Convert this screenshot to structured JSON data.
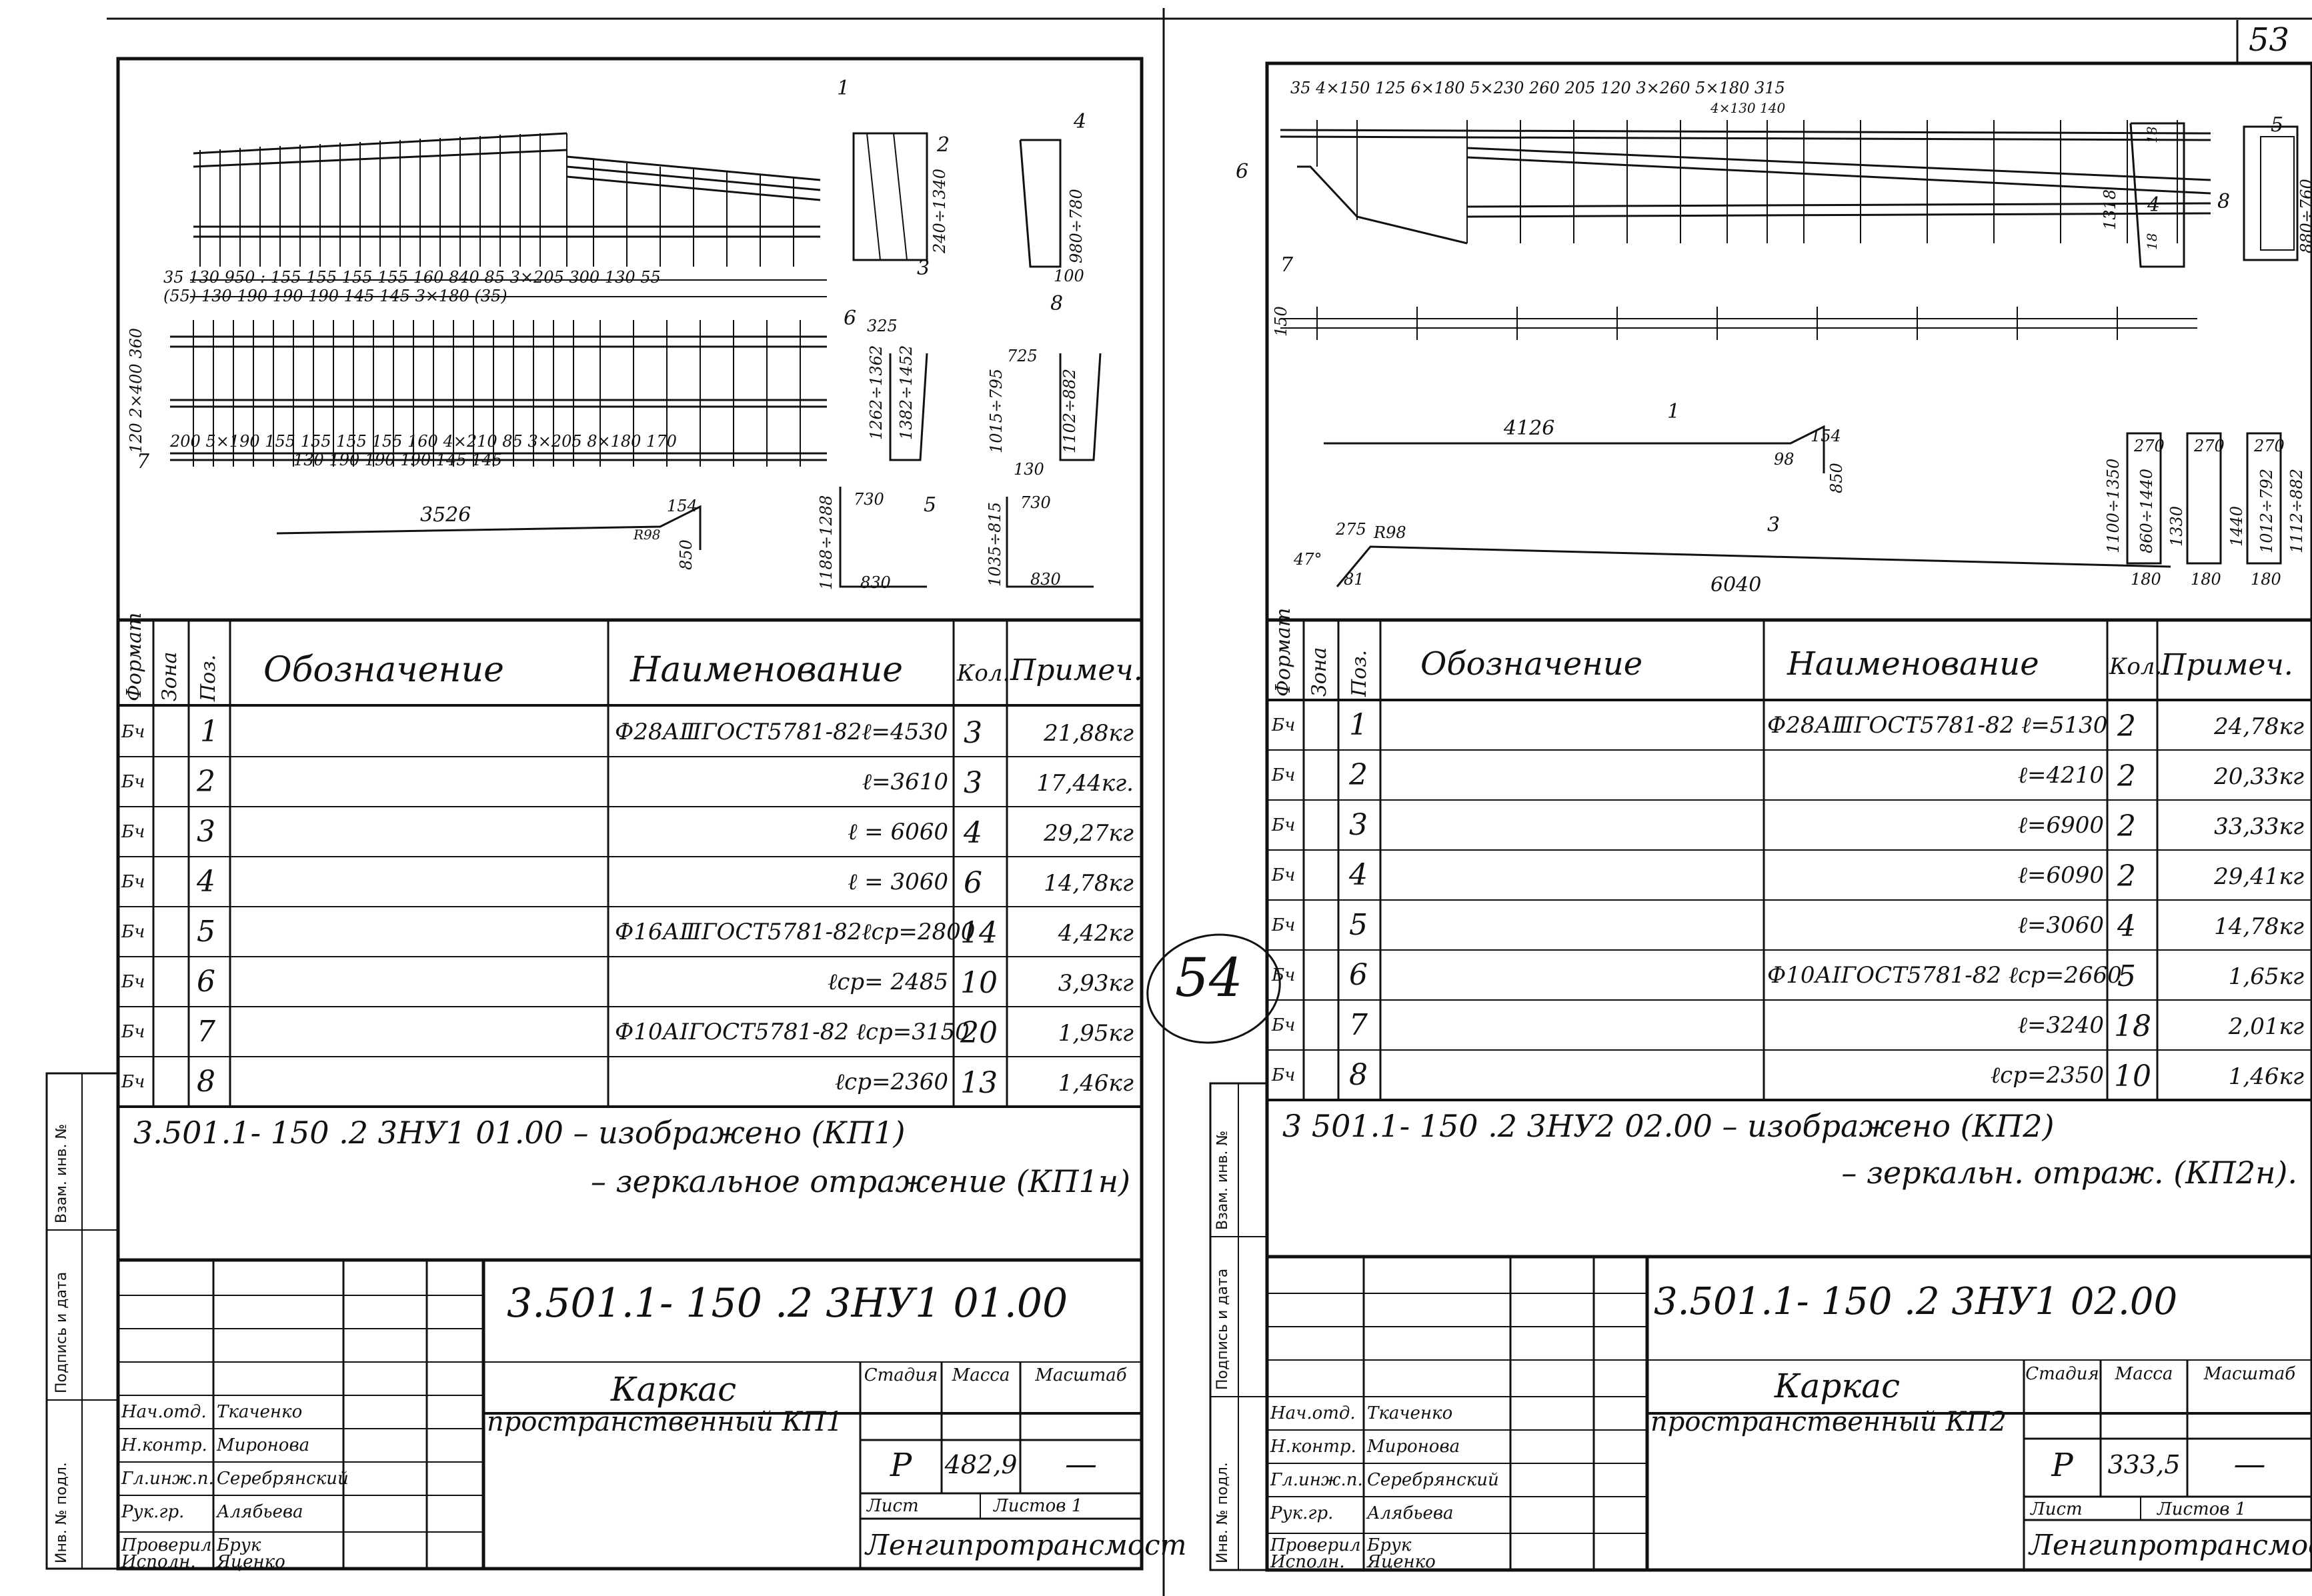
{
  "page_number": "53",
  "stamp": "54",
  "side_margin": {
    "inv_no_podl": "Инв. № подл.",
    "signature_date": "Подпись и дата",
    "vzam_inv": "Взам. инв. №"
  },
  "sheets": [
    {
      "drawing": {
        "top_dims": "35 130   950 :   155   155  155  155  160 840  85   3×205         300     130 55",
        "top_dims_sub": "(55)         130  190  190  190 145                  145           3×180                (35)",
        "bottom_dims": "200   5×190    155  155  155 155 160 4×210  85   3×205    8×180      170",
        "bottom_dims_sub": "130  190  190  190 145             145",
        "left_dims": "120  2×400  360",
        "bar_length": "3526",
        "bar_hook": "154",
        "bar_radius": "R98",
        "bar_drop": "850",
        "pos1": "1",
        "pos2": "2",
        "pos3": "3",
        "pos4": "4",
        "pos5": "5",
        "pos6": "6",
        "pos7": "7",
        "pos8": "8",
        "sec_dim1": "240÷1340",
        "sec_dim2": "980÷780",
        "sec_dim3": "100",
        "d325": "325",
        "d1262": "1262÷1362",
        "d1382": "1382÷1452",
        "d1188": "1188÷1288",
        "d730a": "730",
        "d830a": "830",
        "d725": "725",
        "d1015": "1015÷795",
        "d1102": "1102÷882",
        "d1035": "1035÷815",
        "d130": "130",
        "d730b": "730",
        "d830b": "830"
      },
      "table": {
        "headers": {
          "format": "Формат",
          "zone": "Зона",
          "pos": "Поз.",
          "designation": "Обозначение",
          "name": "Наименование",
          "qty": "Кол.",
          "note": "Примеч."
        },
        "rows": [
          {
            "format": "Бч",
            "pos": "1",
            "name": "Ф28АⅢГОСТ5781-82ℓ=4530",
            "qty": "3",
            "note": "21,88кг"
          },
          {
            "format": "Бч",
            "pos": "2",
            "name": "ℓ=3610",
            "qty": "3",
            "note": "17,44кг."
          },
          {
            "format": "Бч",
            "pos": "3",
            "name": "ℓ = 6060",
            "qty": "4",
            "note": "29,27кг"
          },
          {
            "format": "Бч",
            "pos": "4",
            "name": "ℓ = 3060",
            "qty": "6",
            "note": "14,78кг"
          },
          {
            "format": "Бч",
            "pos": "5",
            "name": "Ф16АⅢГОСТ5781-82ℓср=2800",
            "qty": "14",
            "note": "4,42кг"
          },
          {
            "format": "Бч",
            "pos": "6",
            "name": "ℓср= 2485",
            "qty": "10",
            "note": "3,93кг"
          },
          {
            "format": "Бч",
            "pos": "7",
            "name": "Ф10АⅠГОСТ5781-82  ℓср=3150",
            "qty": "20",
            "note": "1,95кг"
          },
          {
            "format": "Бч",
            "pos": "8",
            "name": "ℓср=2360",
            "qty": "13",
            "note": "1,46кг"
          }
        ]
      },
      "note_line1": "3.501.1- 150 .2  3НУ1 01.00  – изображено (КП1)",
      "note_line2": "– зеркальное отражение (КП1н)",
      "title_block": {
        "code": "3.501.1- 150  .2   3НУ1 01.00",
        "name_line1": "Каркас",
        "name_line2": "пространственный КП1",
        "stage_label": "Стадия",
        "mass_label": "Масса",
        "scale_label": "Масштаб",
        "stage": "Р",
        "mass": "482,9",
        "scale": "—",
        "sheet_label": "Лист",
        "sheets_label": "Листов 1",
        "org": "Ленгипротрансмост",
        "people": [
          {
            "role": "Нач.отд.",
            "name": "Ткаченко"
          },
          {
            "role": "Н.контр.",
            "name": "Миронова"
          },
          {
            "role": "Гл.инж.п.",
            "name": "Серебрянский"
          },
          {
            "role": "Рук.гр.",
            "name": "Алябьева"
          },
          {
            "role": "Проверил",
            "name": "Брук"
          },
          {
            "role": "Исполн.",
            "name": "Яценко"
          }
        ]
      }
    },
    {
      "drawing": {
        "top_dims": "35  4×150  125  6×180       5×230   260 205   120  3×260    5×180   315",
        "top_dims_sub": "4×130                 140",
        "left_dim": "150",
        "bar1_length": "4126",
        "bar1_hook": "154",
        "bar1_small": "98",
        "bar1_drop": "850",
        "bar3_length": "6040",
        "bar3_radius": "R98",
        "bar3_hook": "275",
        "bar3_angle": "47°",
        "bar3_end": "81",
        "pos1": "1",
        "pos3": "3",
        "pos4": "4",
        "pos5": "5",
        "pos6": "6",
        "pos7": "7",
        "pos8": "8",
        "sec_1318": "1318",
        "sec_18a": "18",
        "sec_18b": "18",
        "sec_880": "880÷760",
        "d270a": "270",
        "d270b": "270",
        "d270c": "270",
        "d1100": "1100÷1350",
        "d860": "860÷1440",
        "d1330": "1330",
        "d1440": "1440",
        "d1012": "1012÷792",
        "d1112": "1112÷882",
        "d180a": "180",
        "d180b": "180",
        "d180c": "180"
      },
      "table": {
        "headers": {
          "format": "Формат",
          "zone": "Зона",
          "pos": "Поз.",
          "designation": "Обозначение",
          "name": "Наименование",
          "qty": "Кол.",
          "note": "Примеч."
        },
        "rows": [
          {
            "format": "Бч",
            "pos": "1",
            "name": "Ф28АⅢГОСТ5781-82 ℓ=5130",
            "qty": "2",
            "note": "24,78кг"
          },
          {
            "format": "Бч",
            "pos": "2",
            "name": "ℓ=4210",
            "qty": "2",
            "note": "20,33кг"
          },
          {
            "format": "Бч",
            "pos": "3",
            "name": "ℓ=6900",
            "qty": "2",
            "note": "33,33кг"
          },
          {
            "format": "Бч",
            "pos": "4",
            "name": "ℓ=6090",
            "qty": "2",
            "note": "29,41кг"
          },
          {
            "format": "Бч",
            "pos": "5",
            "name": "ℓ=3060",
            "qty": "4",
            "note": "14,78кг"
          },
          {
            "format": "Бч",
            "pos": "6",
            "name": "Ф10АⅠГОСТ5781-82  ℓср=2660",
            "qty": "5",
            "note": "1,65кг"
          },
          {
            "format": "Бч",
            "pos": "7",
            "name": "ℓ=3240",
            "qty": "18",
            "note": "2,01кг"
          },
          {
            "format": "Бч",
            "pos": "8",
            "name": "ℓср=2350",
            "qty": "10",
            "note": "1,46кг"
          }
        ]
      },
      "note_line1": "3 501.1- 150 .2  3НУ2 02.00   – изображено (КП2)",
      "note_line2": "– зеркальн. отраж. (КП2н).",
      "title_block": {
        "code": "3.501.1- 150      .2   3НУ1 02.00",
        "name_line1": "Каркас",
        "name_line2": "пространственный КП2",
        "stage_label": "Стадия",
        "mass_label": "Масса",
        "scale_label": "Масштаб",
        "stage": "Р",
        "mass": "333,5",
        "scale": "—",
        "sheet_label": "Лист",
        "sheets_label": "Листов 1",
        "org": "Ленгипротрансмост",
        "people": [
          {
            "role": "Нач.отд.",
            "name": "Ткаченко"
          },
          {
            "role": "Н.контр.",
            "name": "Миронова"
          },
          {
            "role": "Гл.инж.п.",
            "name": "Серебрянский"
          },
          {
            "role": "Рук.гр.",
            "name": "Алябьева"
          },
          {
            "role": "Проверил",
            "name": "Брук"
          },
          {
            "role": "Исполн.",
            "name": "Яценко"
          }
        ]
      }
    }
  ]
}
